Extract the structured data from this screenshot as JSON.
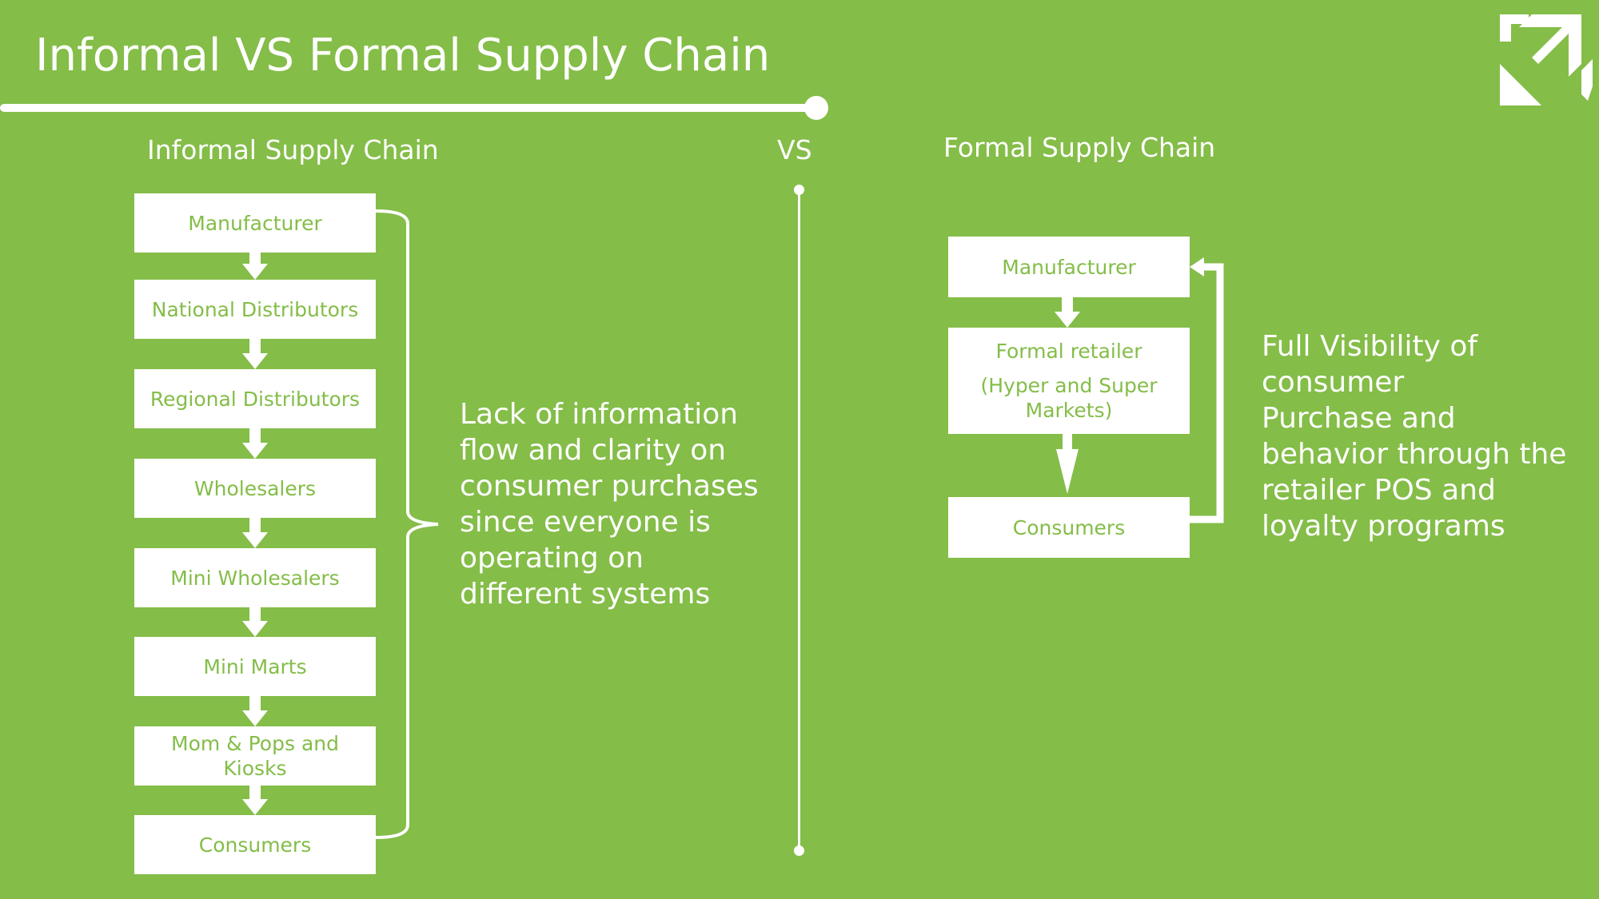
{
  "slide": {
    "title": "Informal VS Formal Supply Chain",
    "logo_icon": "corner-arrow-logo-icon",
    "colors": {
      "background": "#84bd48",
      "foreground": "#ffffff"
    }
  },
  "informal": {
    "heading": "Informal Supply Chain",
    "steps": [
      {
        "lines": [
          "Manufacturer"
        ]
      },
      {
        "lines": [
          "National Distributors"
        ]
      },
      {
        "lines": [
          "Regional Distributors"
        ]
      },
      {
        "lines": [
          "Wholesalers"
        ]
      },
      {
        "lines": [
          "Mini Wholesalers"
        ]
      },
      {
        "lines": [
          "Mini Marts"
        ]
      },
      {
        "lines": [
          "Mom & Pops and",
          "Kiosks"
        ]
      },
      {
        "lines": [
          "Consumers"
        ]
      }
    ],
    "note_lines": [
      "Lack of information",
      "flow and clarity on",
      "consumer purchases",
      "since everyone is",
      "operating on",
      "different systems"
    ]
  },
  "divider": {
    "label": "VS"
  },
  "formal": {
    "heading": "Formal Supply Chain",
    "steps": [
      {
        "lines": [
          "Manufacturer"
        ]
      },
      {
        "lines": [
          "Formal retailer",
          "(Hyper and Super",
          "Markets)"
        ]
      },
      {
        "lines": [
          "Consumers"
        ]
      }
    ],
    "note_lines": [
      "Full Visibility of",
      "consumer",
      "Purchase and",
      "behavior through the",
      "retailer POS and",
      "loyalty programs"
    ]
  }
}
